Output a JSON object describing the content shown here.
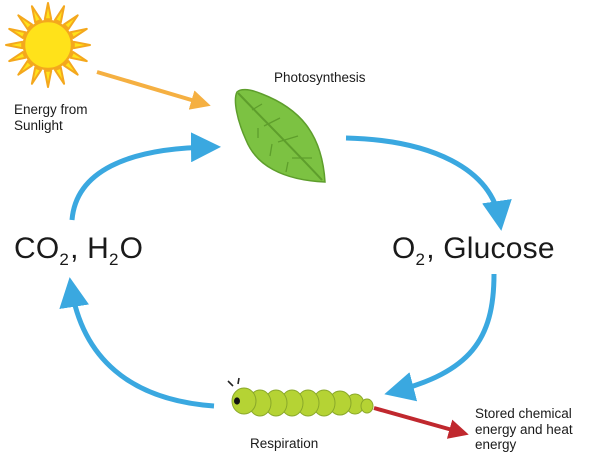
{
  "labels": {
    "sunlight_line1": "Energy from",
    "sunlight_line2": "Sunlight",
    "photosynthesis": "Photosynthesis",
    "co2_main": "CO",
    "co2_sub": "2",
    "h2o_pre": ", H",
    "h2o_sub": "2",
    "h2o_post": "O",
    "o2_main": "O",
    "o2_sub": "2",
    "glucose": ", Glucose",
    "respiration": "Respiration",
    "stored_line1": "Stored chemical",
    "stored_line2": "energy and heat",
    "stored_line3": "energy"
  },
  "colors": {
    "cycle_arrow": "#3aa8e0",
    "sunlight_arrow": "#f5b042",
    "heat_arrow": "#c0282e",
    "sun_fill": "#ffe21a",
    "sun_stroke": "#f4a81d",
    "leaf": "#7cc242",
    "caterpillar": "#b5d334"
  },
  "icons": [
    "sun-icon",
    "leaf-icon",
    "caterpillar-icon"
  ]
}
